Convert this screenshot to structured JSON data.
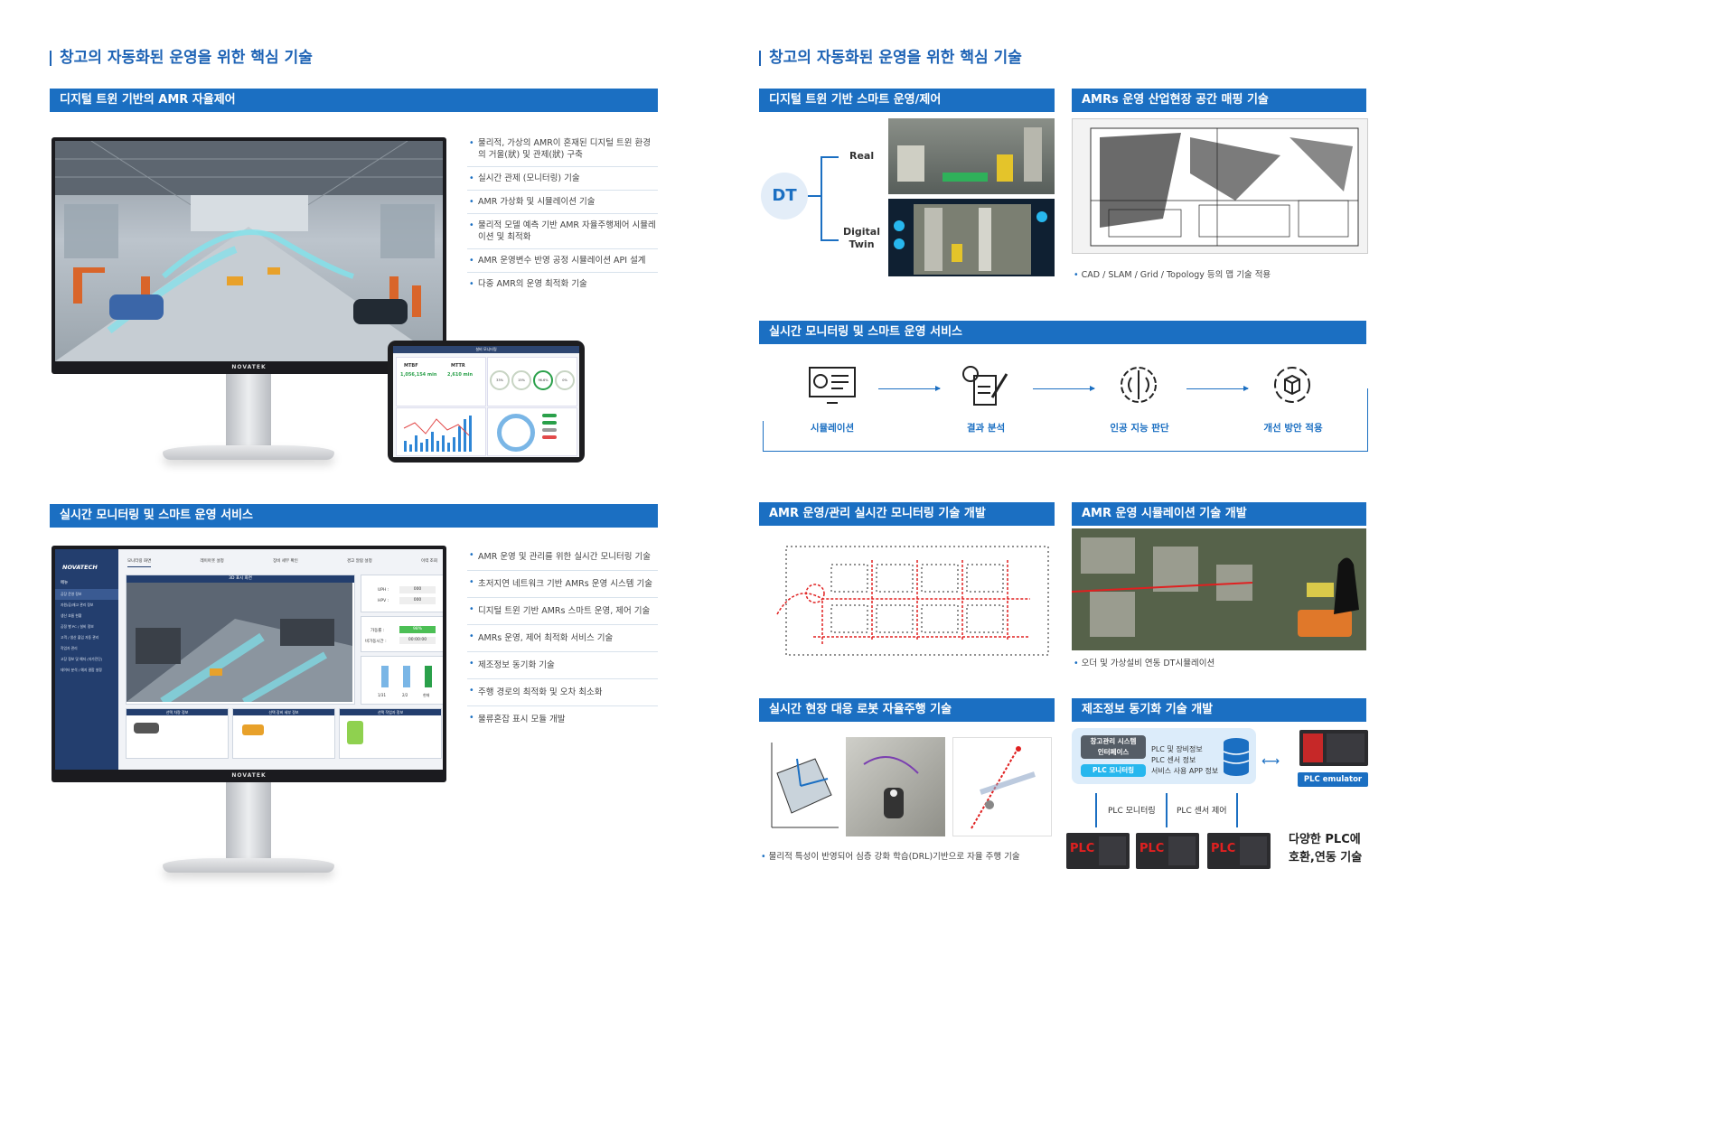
{
  "left": {
    "title": "창고의 자동화된 운영을 위한 핵심 기술",
    "section1": {
      "header": "디지털 트윈 기반의 AMR 자율제어",
      "monitor_brand": "NOVATEK",
      "tablet": {
        "title": "설비 모니터링",
        "mtbf_label": "MTBF",
        "mtbf_value": "1,056,154 min",
        "mttr_label": "MTTR",
        "mttr_value": "2,610 min",
        "gauge_values": [
          "33%",
          "15%",
          "96.6%",
          "0%"
        ]
      },
      "bullets": [
        "물리적, 가상의 AMR이 혼재된 디지털 트윈 환경의 거울(狀) 및 관제(狀) 구축",
        "실시간 관제 (모니터링) 기술",
        "AMR 가상화 및 시뮬레이션 기술",
        "물리적 모델 예측 기반 AMR 자율주행제어 시뮬레이션 및 최적화",
        "AMR 운영변수 반영 공정 시뮬레이션 API 설계",
        "다중 AMR의 운영 최적화 기술"
      ]
    },
    "section2": {
      "header": "실시간 모니터링 및 스마트 운영 서비스",
      "monitor_brand": "NOVATEK",
      "app": {
        "logo": "NOVATECH",
        "tabs": [
          "모니터링 화면",
          "레이아웃 설정",
          "장비 세부 확인",
          "경고 알람 설정",
          "이력 조회"
        ],
        "menu_title": "메뉴",
        "menu": [
          "공장 운영 정보",
          "자원/공/재고 관리 정보",
          "생산 흐름 현황",
          "공정 별 PC / 설비 정보",
          "고객 / 생산 출입 자동 관리",
          "작업자 관리",
          "고장 정보 및 예지 (자가진단)",
          "데이터 분석 / 예지 결함 설정"
        ],
        "view_title": "3D 표시 화면",
        "uph_label": "UPH :",
        "uph_value": "000",
        "hpv_label": "HPV :",
        "hpv_value": "000",
        "rate_label": "가동률 :",
        "rate_value": "98%",
        "idle_label": "비가동시간 :",
        "idle_value": "00:00:00",
        "bar_labels": [
          "1/31",
          "2/2",
          "현재"
        ],
        "panels": [
          "선택 차량 정보",
          "선택 장비 세부 정보",
          "선택 작업자 정보"
        ]
      },
      "bullets": [
        "AMR 운영 및 관리를 위한 실시간 모니터링 기술",
        "초저지연 네트워크 기반 AMRs 운영 시스템 기술",
        "디지털 트윈 기반 AMRs 스마트 운영, 제어 기술",
        "AMRs 운영, 제어 최적화 서비스 기술",
        "제조정보 동기화 기술",
        "주행 경로의 최적화 및 오차 최소화",
        "물류혼잡 표시 모듈 개발"
      ]
    }
  },
  "right": {
    "title": "창고의 자동화된 운영을 위한 핵심 기술",
    "dt": {
      "header": "디지털 트윈 기반 스마트 운영/제어",
      "center": "DT",
      "real": "Real",
      "digital_twin": "Digital\nTwin"
    },
    "mapping": {
      "header": "AMRs 운영 산업현장 공간 매핑 기술",
      "note": "CAD / SLAM / Grid / Topology 등의 맵 기술 적용"
    },
    "service": {
      "header": "실시간 모니터링 및 스마트 운영 서비스",
      "steps": [
        "시뮬레이션",
        "결과 분석",
        "인공 지능 판단",
        "개선 방안 적용"
      ]
    },
    "monitoring_dev": {
      "header": "AMR 운영/관리 실시간 모니터링 기술 개발"
    },
    "simulation_dev": {
      "header": "AMR 운영 시뮬레이션 기술 개발",
      "note": "오더 및 가상설비 연동 DT시뮬레이션"
    },
    "robot": {
      "header": "실시간 현장 대응 로봇 자율주행 기술",
      "note": "물리적 특성이 반영되어 심층 강화 학습(DRL)기반으로 자율 주행 기술"
    },
    "plc": {
      "header": "제조정보 동기화 기술 개발",
      "interface": "창고관리 시스템\n인터페이스",
      "plc_monitor_btn": "PLC 모니터링",
      "items": [
        "PLC 및 장비정보",
        "PLC 센서 정보",
        "서비스 사용 APP 정보"
      ],
      "emulator": "PLC emulator",
      "link1": "PLC 모니터링",
      "link2": "PLC 센서 제어",
      "plc_label": "PLC",
      "caption": "다양한 PLC에\n호환,연동 기술"
    }
  },
  "colors": {
    "accent": "#1b6fc2",
    "title": "#1e63b5",
    "plc_red": "#e02020",
    "cyan_btn": "#27b7ee"
  }
}
